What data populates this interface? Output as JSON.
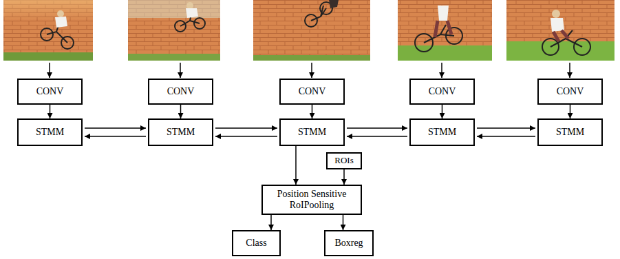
{
  "diagram": {
    "nodes": [
      {
        "text": [
          "CONV"
        ]
      },
      {
        "text": [
          "CONV"
        ]
      },
      {
        "text": [
          "CONV"
        ]
      },
      {
        "text": [
          "CONV"
        ]
      },
      {
        "text": [
          "CONV"
        ]
      },
      {
        "text": [
          "STMM"
        ]
      },
      {
        "text": [
          "STMM"
        ]
      },
      {
        "text": [
          "STMM"
        ]
      },
      {
        "text": [
          "STMM"
        ]
      },
      {
        "text": [
          "STMM"
        ]
      },
      {
        "text": [
          "ROIs"
        ]
      },
      {
        "text": [
          "Position Sensitive RoIPooling"
        ]
      },
      {
        "text": [
          "Class"
        ]
      },
      {
        "text": [
          "Boxreg"
        ]
      }
    ],
    "edges": [
      {
        "from": 0,
        "to": 5,
        "arrow": "to"
      },
      {
        "from": 1,
        "to": 6,
        "arrow": "to"
      },
      {
        "from": 2,
        "to": 7,
        "arrow": "to"
      },
      {
        "from": 3,
        "to": 8,
        "arrow": "to"
      },
      {
        "from": 4,
        "to": 9,
        "arrow": "to"
      },
      {
        "from": 5,
        "to": 6,
        "arrow": "to"
      },
      {
        "from": 6,
        "to": 5,
        "arrow": "to"
      },
      {
        "from": 6,
        "to": 7,
        "arrow": "to"
      },
      {
        "from": 7,
        "to": 6,
        "arrow": "to"
      },
      {
        "from": 7,
        "to": 8,
        "arrow": "to"
      },
      {
        "from": 8,
        "to": 7,
        "arrow": "to"
      },
      {
        "from": 8,
        "to": 9,
        "arrow": "to"
      },
      {
        "from": 9,
        "to": 8,
        "arrow": "to"
      },
      {
        "from": 7,
        "to": 11,
        "arrow": "to"
      },
      {
        "from": 10,
        "to": 11,
        "arrow": "to"
      },
      {
        "from": 11,
        "to": 12,
        "arrow": "to"
      },
      {
        "from": 11,
        "to": 13,
        "arrow": "to"
      }
    ]
  }
}
